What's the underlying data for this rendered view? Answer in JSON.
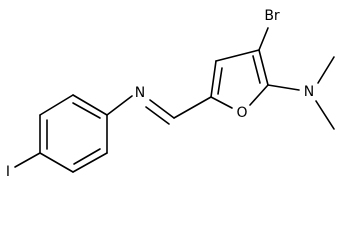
{
  "molecule": {
    "atoms": {
      "br": "Br",
      "n_amine": "N",
      "o_ring": "O",
      "n_imine": "N",
      "iodine": "I"
    }
  },
  "colors": {
    "bond": "#000000",
    "label": "#000000",
    "background": "#ffffff"
  }
}
